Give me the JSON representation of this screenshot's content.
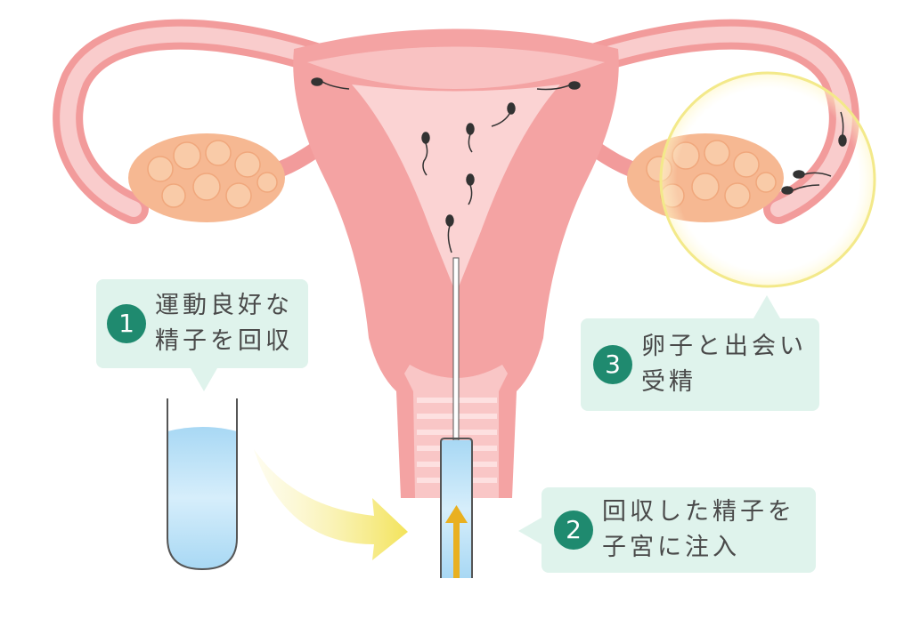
{
  "steps": [
    {
      "num": "1",
      "line1": "運動良好な",
      "line2": "精子を回収"
    },
    {
      "num": "2",
      "line1": "回収した精子を",
      "line2": "子宮に注入"
    },
    {
      "num": "3",
      "line1": "卵子と出会い",
      "line2": "受精"
    }
  ],
  "colors": {
    "callout_bg": "#dff3ec",
    "badge": "#1f8a6f",
    "uterus": "#f4a3a3",
    "ovary": "#f6b892",
    "highlight": "#f3e98a",
    "arrow": "#e9b020"
  }
}
